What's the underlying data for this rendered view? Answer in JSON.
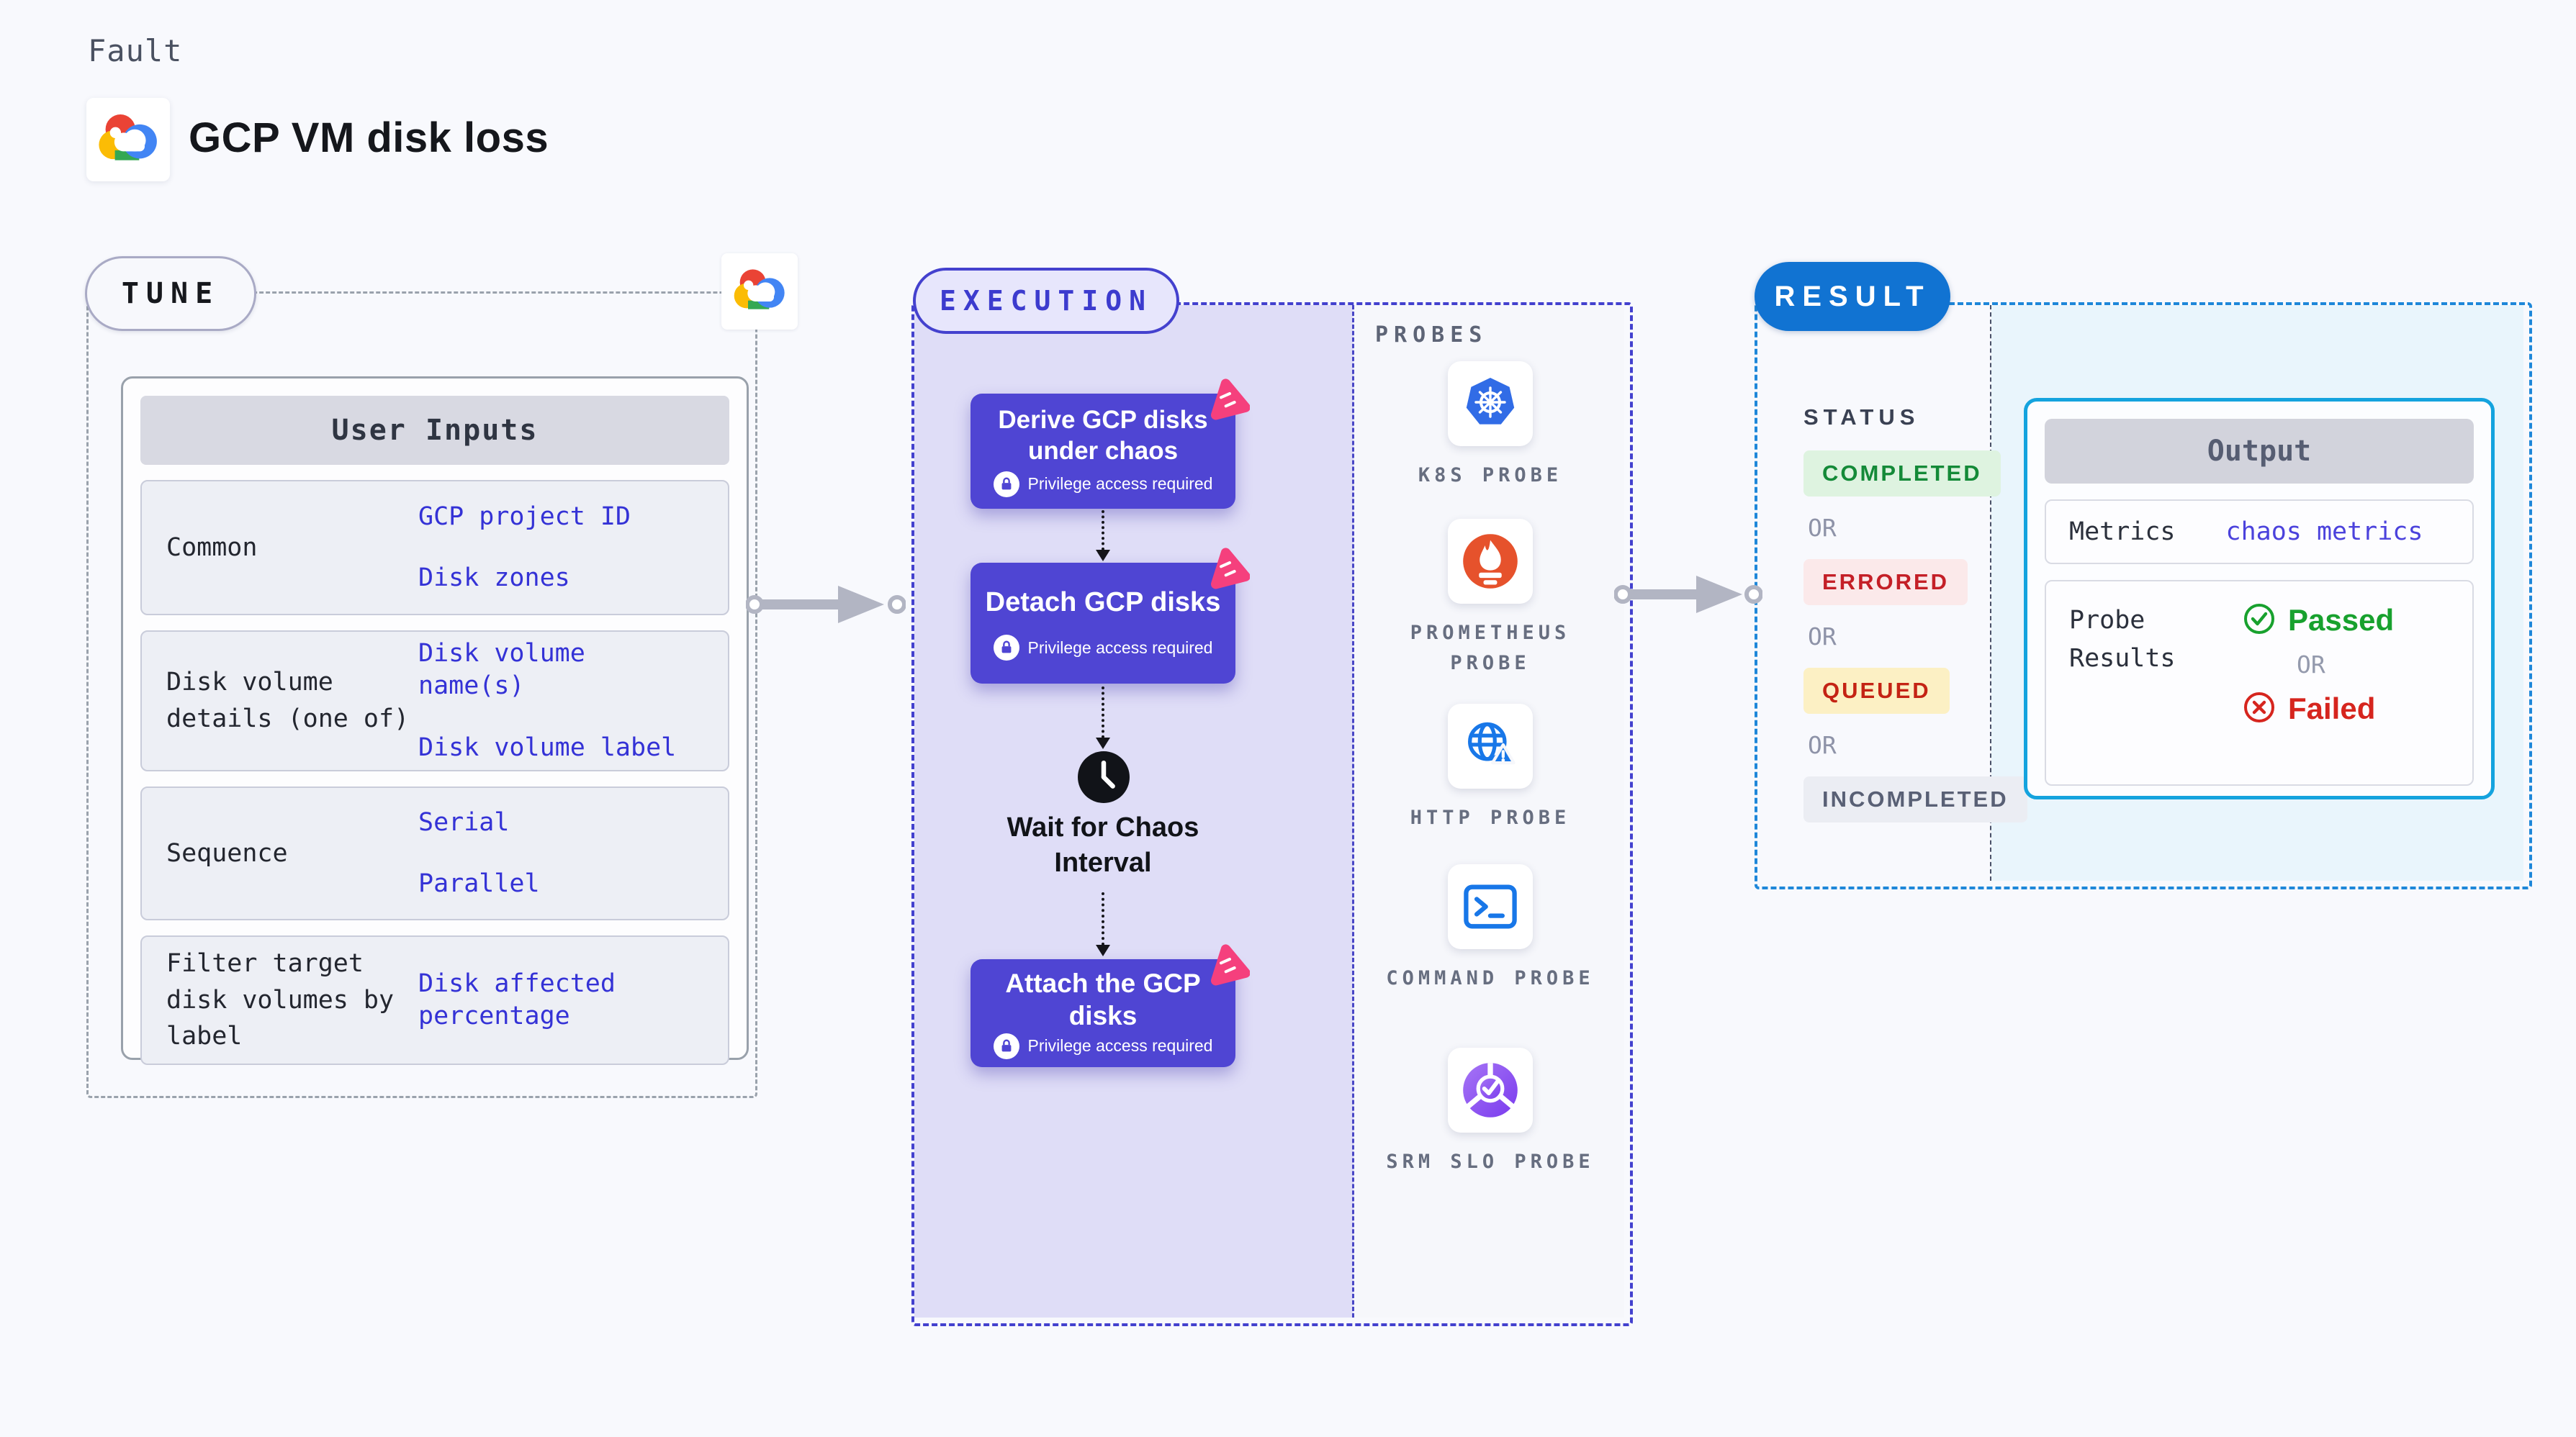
{
  "page": {
    "fault_label": "Fault",
    "title": "GCP VM disk loss"
  },
  "tune": {
    "pill_label": "TUNE",
    "user_inputs": {
      "header": "User Inputs",
      "rows": [
        {
          "label": "Common",
          "values": [
            "GCP project ID",
            "Disk zones"
          ]
        },
        {
          "label": "Disk volume details (one of)",
          "values": [
            "Disk volume name(s)",
            "Disk volume label"
          ]
        },
        {
          "label": "Sequence",
          "values": [
            "Serial",
            "Parallel"
          ]
        },
        {
          "label": "Filter target disk volumes by label",
          "values": [
            "Disk affected percentage"
          ]
        }
      ]
    }
  },
  "execution": {
    "pill_label": "EXECUTION",
    "steps": [
      {
        "title": "Derive GCP disks under chaos",
        "badge": "Privilege access required"
      },
      {
        "title": "Detach GCP disks",
        "badge": "Privilege access required"
      },
      {
        "title": "Attach the GCP disks",
        "badge": "Privilege access required"
      }
    ],
    "wait_label": "Wait for Chaos Interval"
  },
  "probes": {
    "section_label": "PROBES",
    "items": [
      {
        "icon": "kubernetes-icon",
        "label": "K8S PROBE"
      },
      {
        "icon": "prometheus-icon",
        "label": "PROMETHEUS PROBE"
      },
      {
        "icon": "http-globe-icon",
        "label": "HTTP PROBE"
      },
      {
        "icon": "terminal-icon",
        "label": "COMMAND PROBE"
      },
      {
        "icon": "srm-slo-icon",
        "label": "SRM SLO PROBE"
      }
    ]
  },
  "result": {
    "pill_label": "RESULT",
    "status_label": "STATUS",
    "or_label": "OR",
    "statuses": [
      {
        "label": "COMPLETED",
        "fg": "#148a38",
        "bg": "#def3e0"
      },
      {
        "label": "ERRORED",
        "fg": "#c41f27",
        "bg": "#fbe9ea"
      },
      {
        "label": "QUEUED",
        "fg": "#c42314",
        "bg": "#fcf0c4"
      },
      {
        "label": "INCOMPLETED",
        "fg": "#596075",
        "bg": "#ebedf3"
      }
    ],
    "output": {
      "header": "Output",
      "metrics_label": "Metrics",
      "metrics_value": "chaos metrics",
      "probe_results_label": "Probe Results",
      "passed_label": "Passed",
      "failed_label": "Failed"
    }
  },
  "colors": {
    "accent_indigo": "#4f45d3",
    "accent_pink": "#f5407d",
    "execution_dash": "#4341ce",
    "result_dash": "#1e87d9",
    "result_pill": "#1173d2",
    "link_blue": "#3432d6",
    "passed_green": "#18a12e",
    "failed_red": "#d6251e",
    "arrow_gray": "#b2b5c3"
  }
}
